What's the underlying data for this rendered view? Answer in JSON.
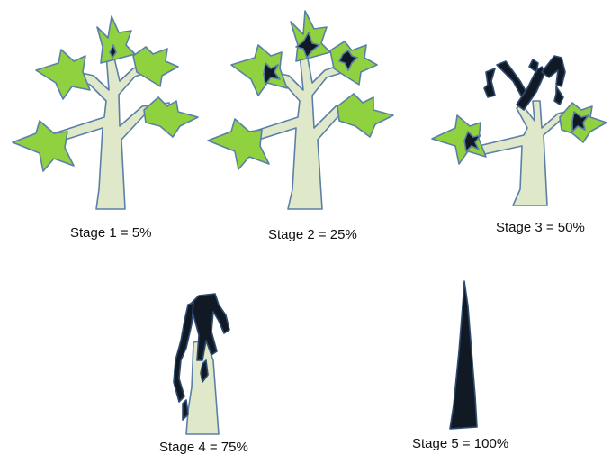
{
  "stages": [
    {
      "label": "Stage 1 = 5%"
    },
    {
      "label": "Stage 2 = 25%"
    },
    {
      "label": "Stage 3 = 50%"
    },
    {
      "label": "Stage 4 = 75%"
    },
    {
      "label": "Stage 5 = 100%"
    }
  ],
  "colors": {
    "leaf_green": "#8fd13f",
    "trunk_fill": "#dfe8c8",
    "outline_blue": "#5b7fa8",
    "damage_black": "#111a24",
    "damage_outline": "#2e4a70"
  }
}
